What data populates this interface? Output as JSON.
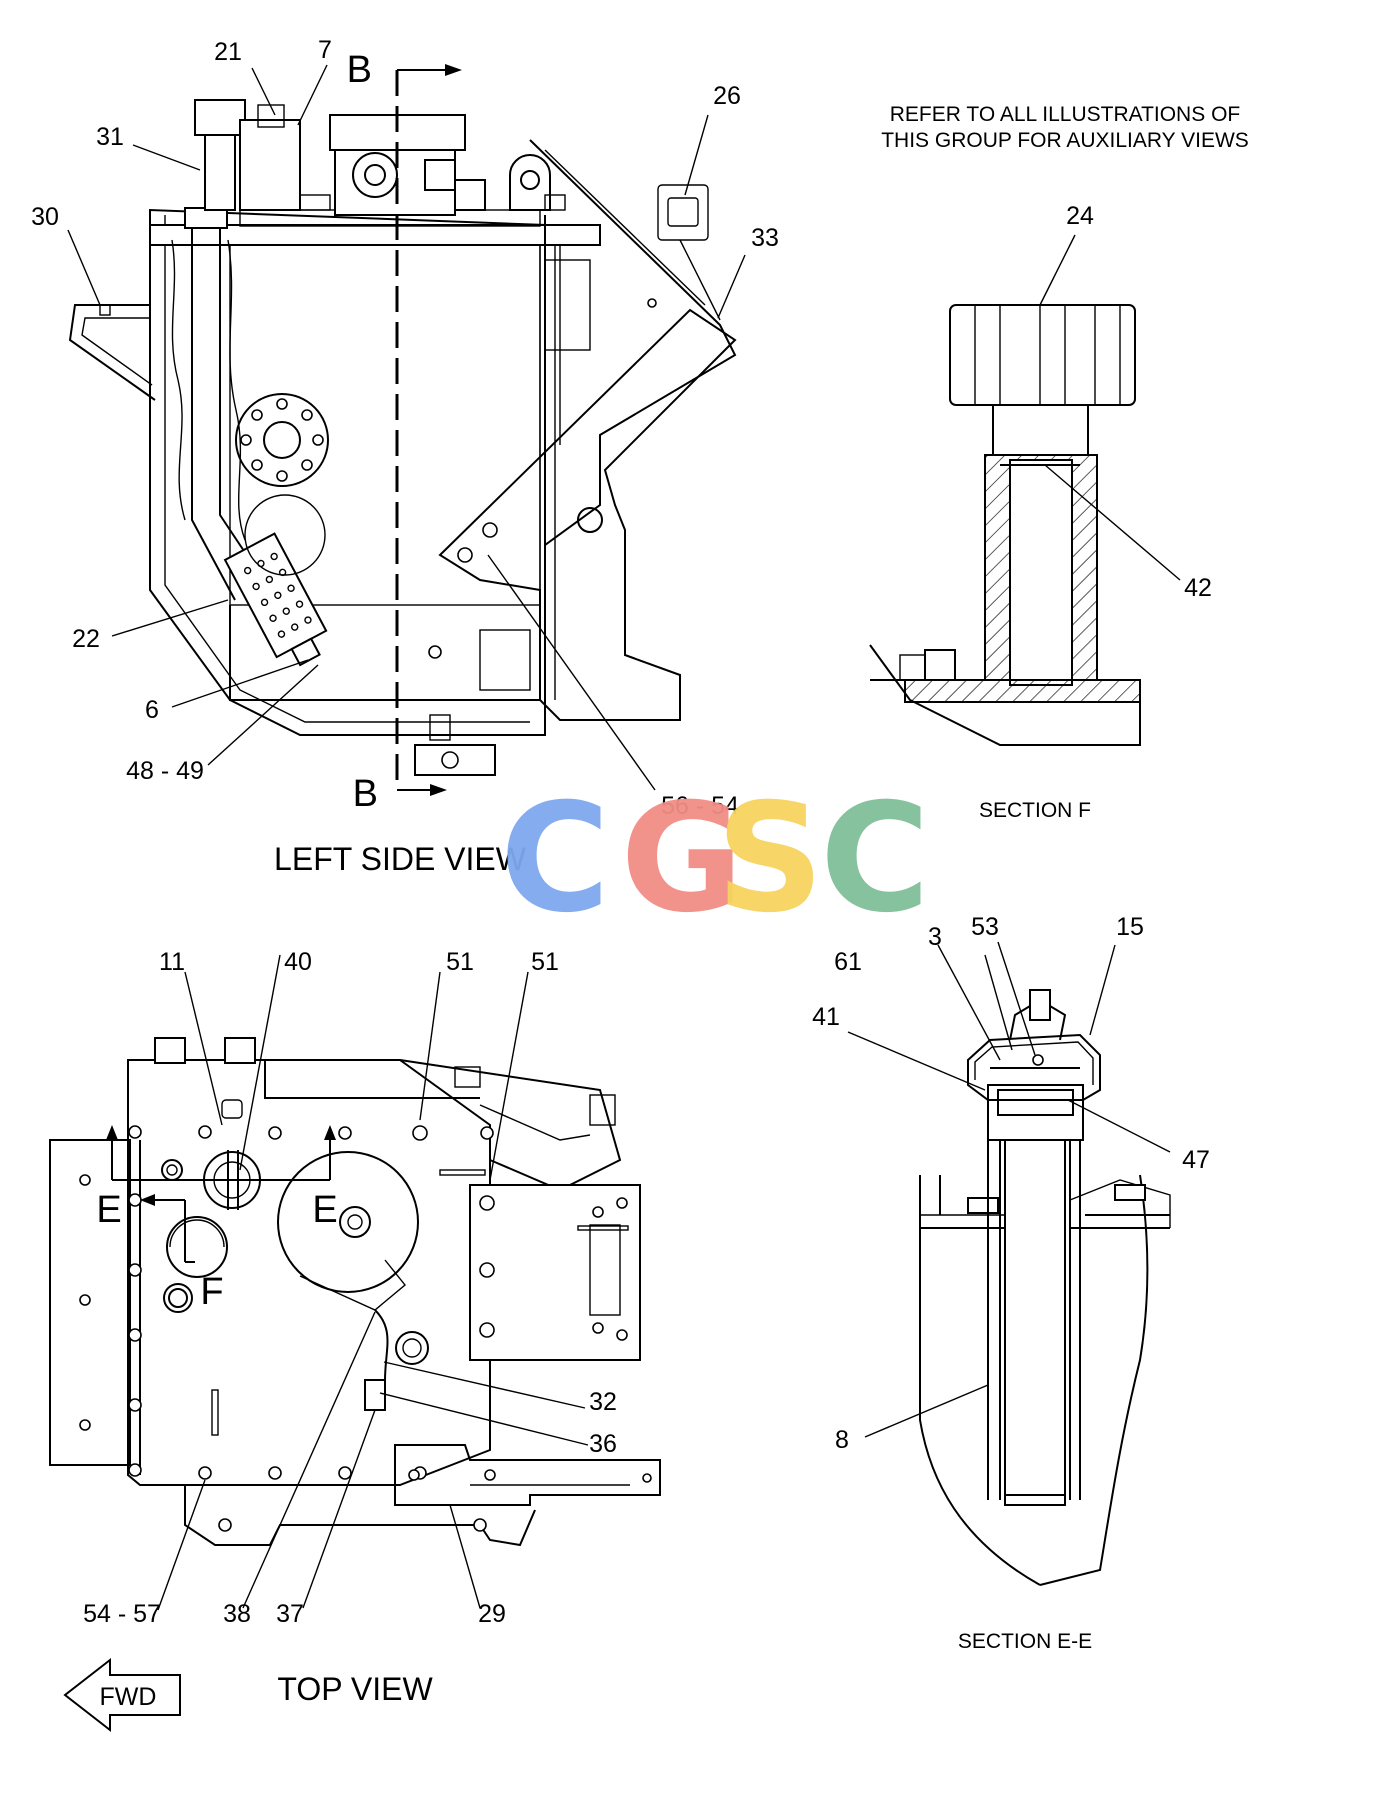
{
  "note": {
    "line1": "REFER TO ALL ILLUSTRATIONS OF",
    "line2": "THIS GROUP FOR AUXILIARY VIEWS"
  },
  "view_titles": {
    "left_side": "LEFT SIDE VIEW",
    "top": "TOP VIEW",
    "section_f": "SECTION F",
    "section_ee": "SECTION E-E"
  },
  "section_markers": {
    "b_top": "B",
    "b_bottom": "B",
    "e_left": "E",
    "e_right": "E",
    "f": "F"
  },
  "fwd_label": "FWD",
  "watermark": {
    "letters": [
      "C",
      "G",
      "S",
      "C"
    ],
    "colors": [
      "#7fa8ef",
      "#f28e85",
      "#f7d35f",
      "#7fbf98"
    ]
  },
  "callouts": {
    "c21": "21",
    "c7": "7",
    "c31": "31",
    "c30": "30",
    "c26": "26",
    "c33": "33",
    "c22": "22",
    "c6": "6",
    "c48_49": "48 - 49",
    "c56_54": "56 - 54",
    "c24": "24",
    "c42": "42",
    "c11": "11",
    "c40": "40",
    "c51a": "51",
    "c51b": "51",
    "c32": "32",
    "c36": "36",
    "c54_57": "54 - 57",
    "c38": "38",
    "c37": "37",
    "c29": "29",
    "c3": "3",
    "c53": "53",
    "c15": "15",
    "c61": "61",
    "c41": "41",
    "c47": "47",
    "c8": "8"
  }
}
